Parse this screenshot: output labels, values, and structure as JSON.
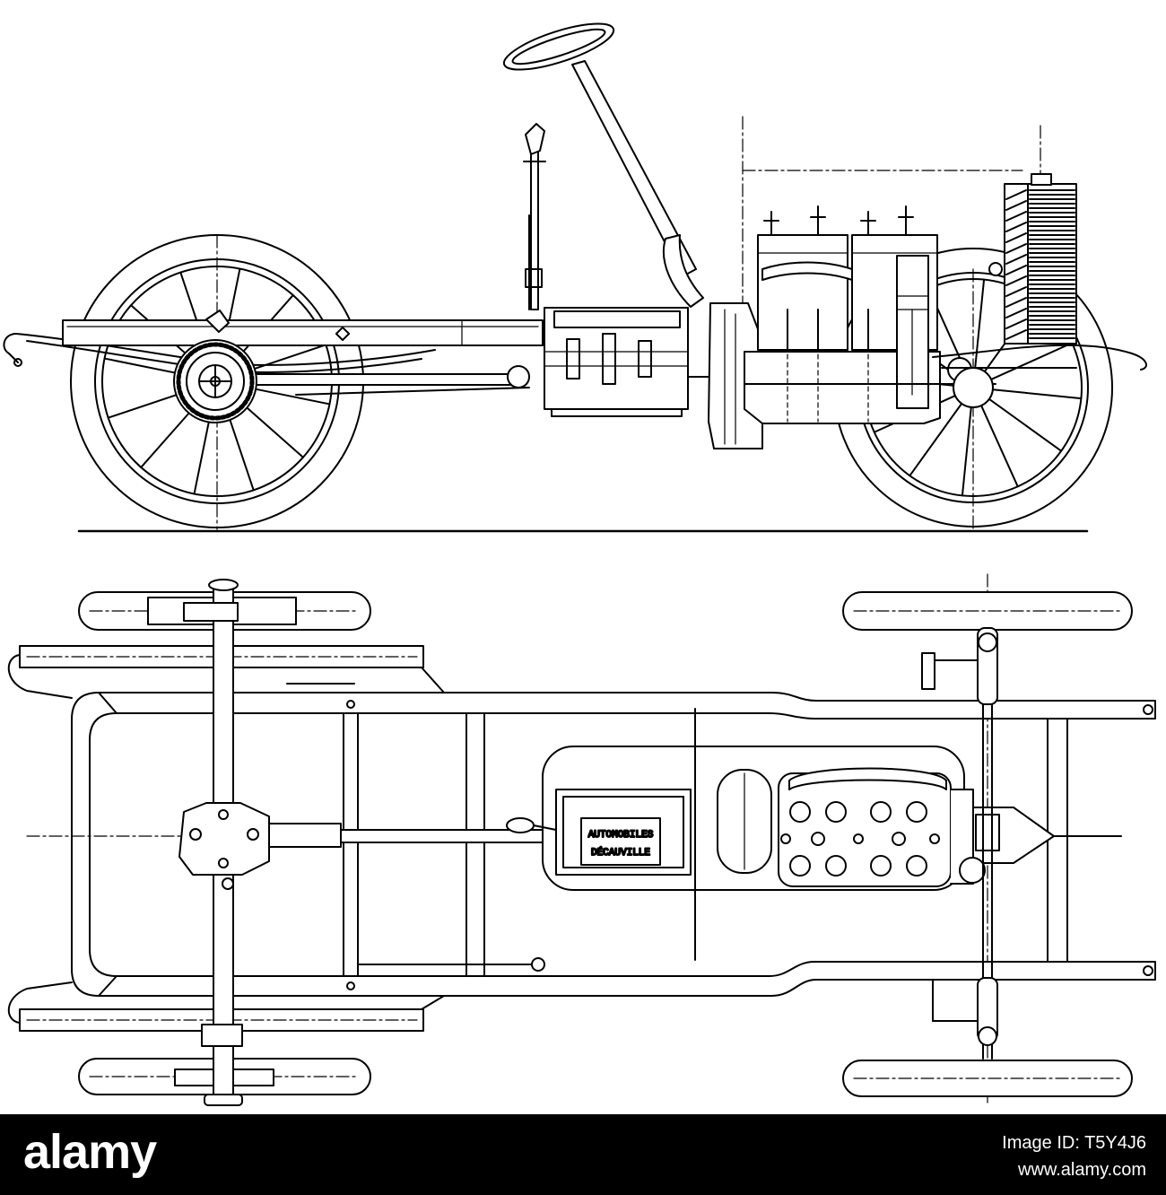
{
  "drawing": {
    "plate_label": [
      "AUTOMOBILES",
      "DÉCAUVILLE"
    ]
  },
  "footer": {
    "logo": "alamy",
    "image_id": "Image ID: T5Y4J6",
    "url": "www.alamy.com"
  },
  "colors": {
    "ink": "#000000",
    "paper": "#ffffff",
    "footer_background": "#000000",
    "footer_text": "#ffffff"
  }
}
